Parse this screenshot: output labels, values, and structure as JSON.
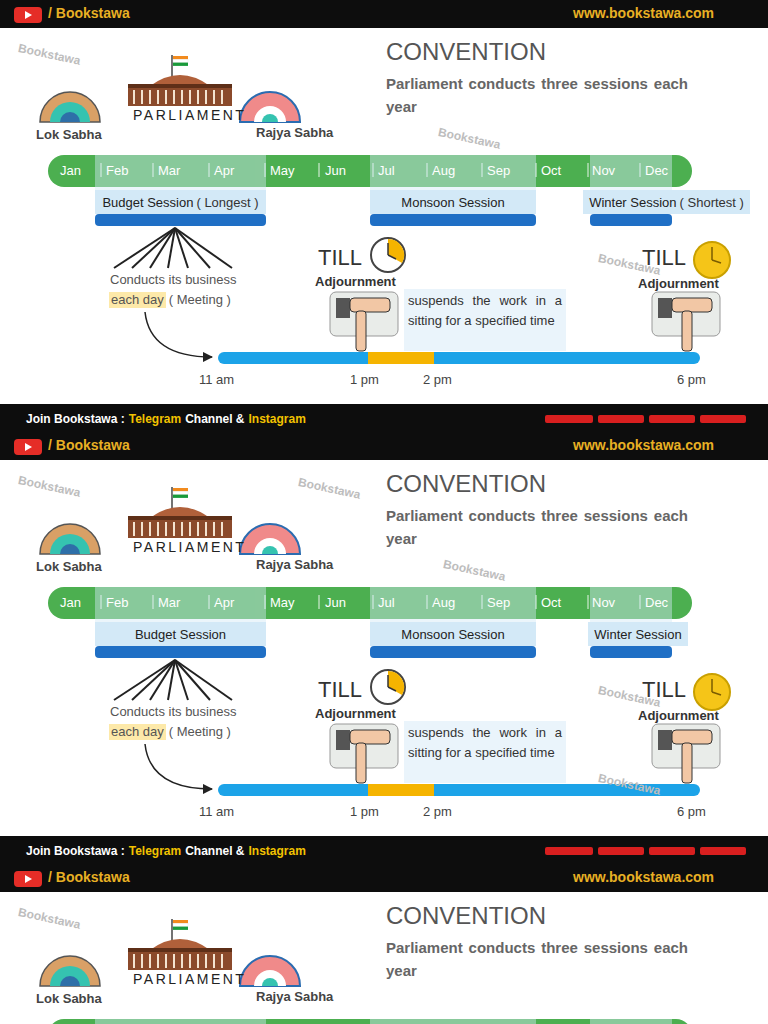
{
  "diagram": {
    "nodes": [
      {
        "text": [
          "Budget Session",
          "( Longest )"
        ]
      },
      {
        "text": [
          "Monsoon Session"
        ]
      },
      {
        "text": [
          "Winter Session",
          "( Shortest )"
        ]
      },
      {
        "text": [
          "suspends the work in a sitting for a specified time"
        ]
      },
      {
        "text": [
          "Budget Session"
        ]
      },
      {
        "text": [
          "Monsoon Session"
        ]
      },
      {
        "text": [
          "Winter Session"
        ]
      },
      {
        "text": [
          "suspends the work in a sitting for a specified time"
        ]
      }
    ],
    "labels": [
      "/ Bookstawa",
      "www.bookstawa.com",
      "CONVENTION",
      "Parliament conducts three sessions each year",
      "PARLIAMENT",
      "Lok Sabha",
      "Rajya Sabha",
      "Jan",
      "Feb",
      "Mar",
      "Apr",
      "May",
      "Jun",
      "Jul",
      "Aug",
      "Sep",
      "Oct",
      "Nov",
      "Dec",
      "TILL",
      "Adjournment",
      "TILL",
      "Adjournment",
      "Conducts its business",
      "each day",
      "( Meeting )",
      "11 am",
      "1 pm",
      "2 pm",
      "6 pm",
      "Join Bookstawa :",
      "Telegram",
      "Channel &",
      "Instagram",
      "Bookstawa",
      "Bookstawa",
      "Bookstawa",
      "/ Bookstawa",
      "www.bookstawa.com",
      "CONVENTION",
      "Parliament conducts three sessions each year",
      "PARLIAMENT",
      "Lok Sabha",
      "Rajya Sabha",
      "Jan",
      "Feb",
      "Mar",
      "Apr",
      "May",
      "Jun",
      "Jul",
      "Aug",
      "Sep",
      "Oct",
      "Nov",
      "Dec",
      "TILL",
      "Adjournment",
      "TILL",
      "Adjournment",
      "Conducts its business",
      "each day",
      "( Meeting )",
      "11 am",
      "1 pm",
      "2 pm",
      "6 pm",
      "Join Bookstawa :",
      "Telegram",
      "Channel &",
      "Instagram",
      "Bookstawa",
      "Bookstawa",
      "Bookstawa",
      "Bookstawa",
      "Bookstawa",
      "/ Bookstawa",
      "www.bookstawa.com",
      "CONVENTION",
      "Parliament conducts three sessions each year",
      "PARLIAMENT",
      "Lok Sabha",
      "Rajya Sabha",
      "Bookstawa"
    ]
  }
}
